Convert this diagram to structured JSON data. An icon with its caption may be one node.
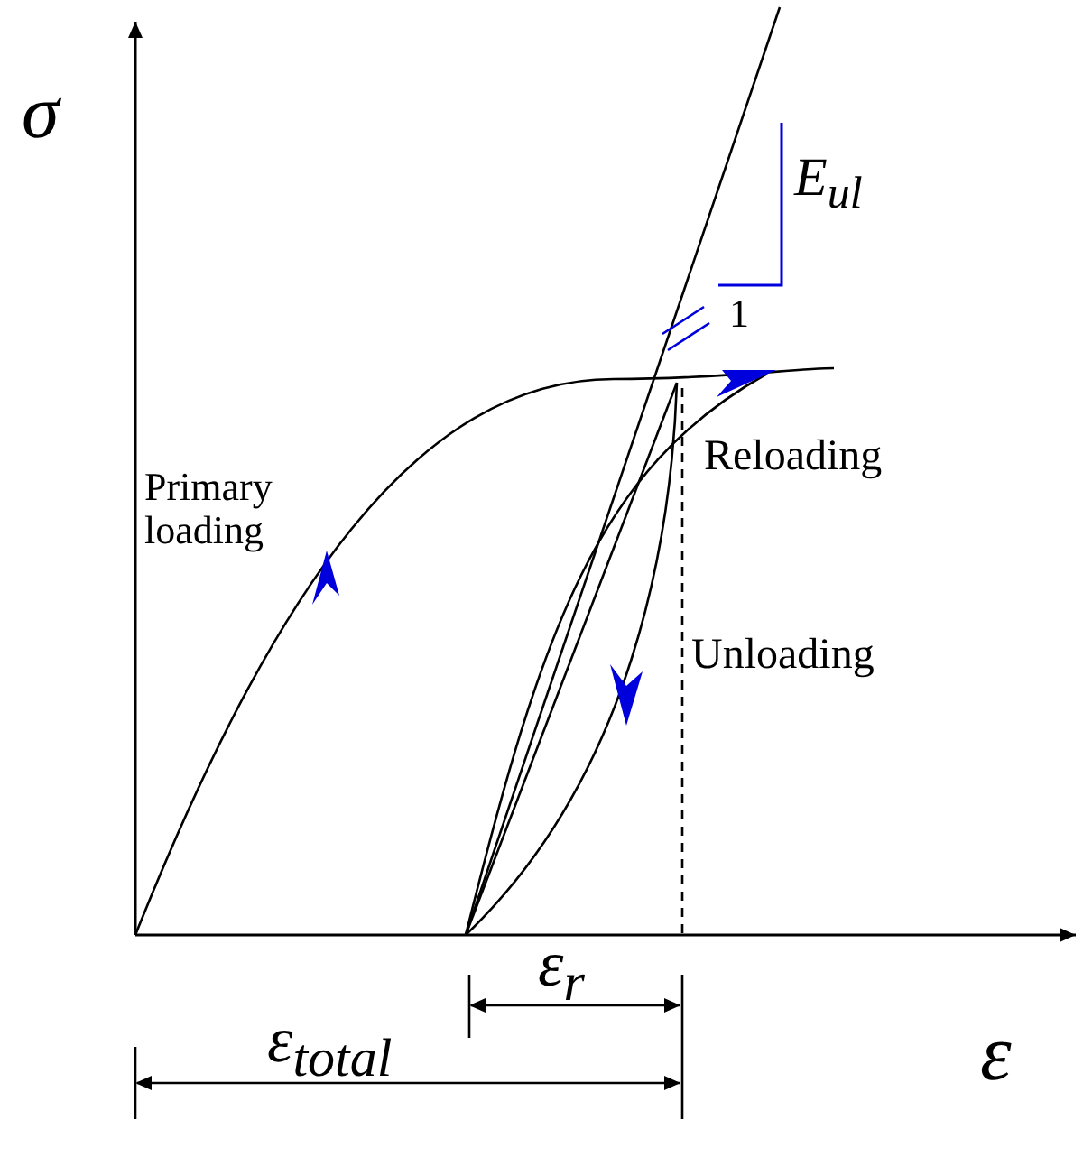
{
  "diagram": {
    "labels": [
      "σ",
      "E$_{ul}$",
      "1",
      "Primary loading",
      "Reloading",
      "Unloading",
      "ε",
      "ε$_{r}$",
      "ε$_{total}$"
    ]
  }
}
